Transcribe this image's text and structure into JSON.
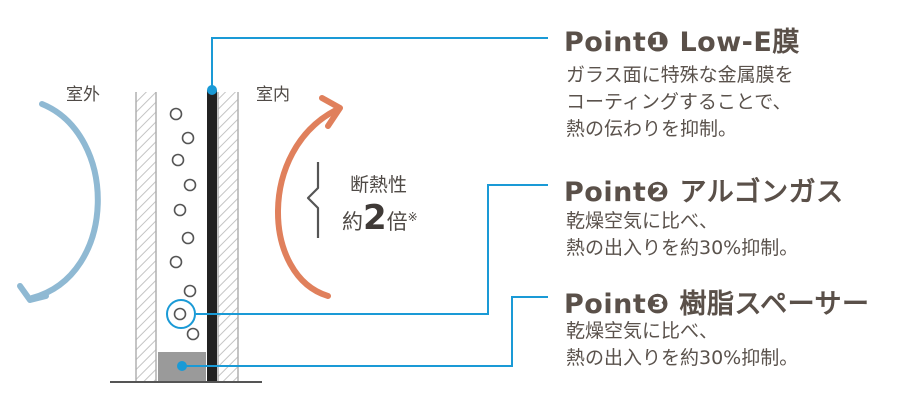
{
  "diagram": {
    "label_outdoor": "室外",
    "label_indoor": "室内",
    "insulation_label": "断熱性",
    "multiplier_prefix": "約",
    "multiplier_value": "2",
    "multiplier_suffix": "倍",
    "multiplier_note_mark": "※"
  },
  "points": [
    {
      "title": "Point❶ Low-E膜",
      "lines": [
        "ガラス面に特殊な金属膜を",
        "コーティングすることで、",
        "熱の伝わりを抑制。"
      ]
    },
    {
      "title": "Point❷ アルゴンガス",
      "lines": [
        "乾燥空気に比べ、",
        "熱の出入りを約30%抑制。"
      ]
    },
    {
      "title": "Point❸ 樹脂スペーサー",
      "lines": [
        "乾燥空気に比べ、",
        "熱の出入りを約30%抑制。"
      ]
    }
  ],
  "colors": {
    "leader_line": "#1a9ad6",
    "outdoor_arrow": "#8fb9d3",
    "indoor_arrow": "#e0805c",
    "glass_hatch": "#bdbdbd",
    "spacer": "#9a9a9a",
    "low_e_film": "#222222",
    "text": "#5a524c"
  }
}
